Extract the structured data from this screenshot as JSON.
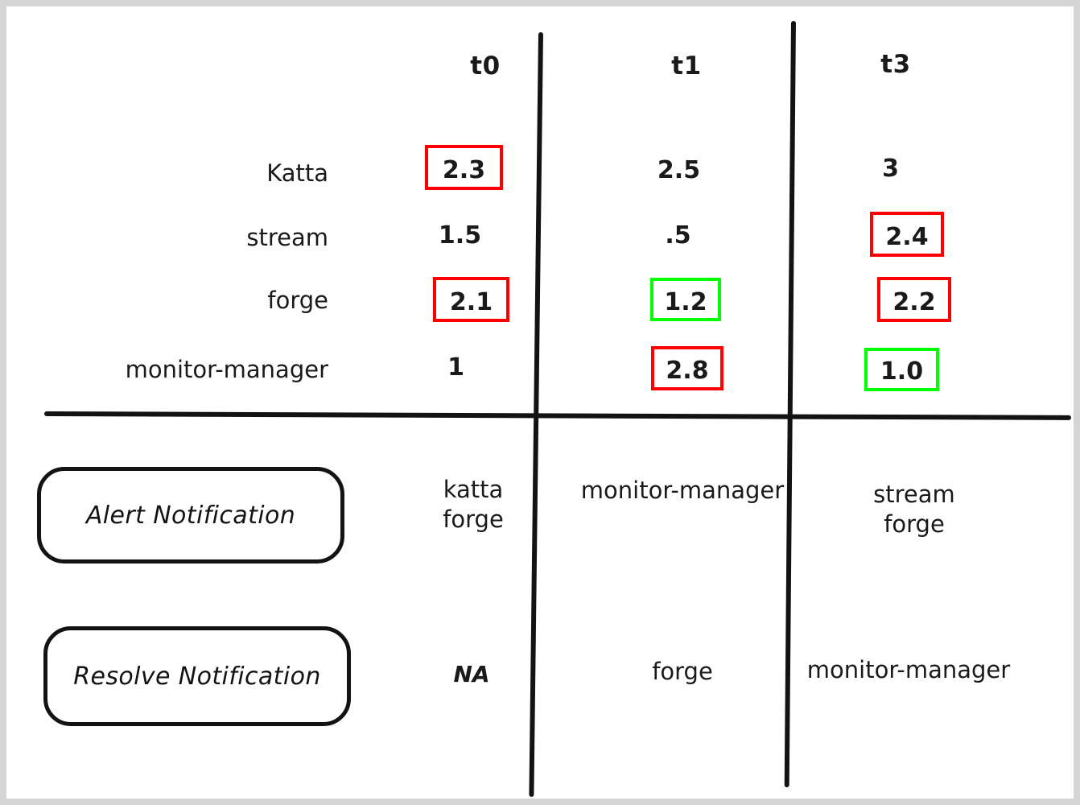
{
  "canvas": {
    "background_color": "#d4d4d4",
    "board_color": "#ffffff",
    "ink_color": "#131313",
    "highlight_red": "#ff0000",
    "highlight_green": "#00ff00"
  },
  "chart_data": {
    "type": "table",
    "title": "",
    "columns": [
      "t0",
      "t1",
      "t3"
    ],
    "metric_rows": [
      {
        "label": "Katta",
        "cells": [
          {
            "value": "2.3",
            "highlight": "red"
          },
          {
            "value": "2.5",
            "highlight": "none"
          },
          {
            "value": "3",
            "highlight": "none"
          }
        ]
      },
      {
        "label": "stream",
        "cells": [
          {
            "value": "1.5",
            "highlight": "none"
          },
          {
            "value": ".5",
            "highlight": "none"
          },
          {
            "value": "2.4",
            "highlight": "red"
          }
        ]
      },
      {
        "label": "forge",
        "cells": [
          {
            "value": "2.1",
            "highlight": "red"
          },
          {
            "value": "1.2",
            "highlight": "green"
          },
          {
            "value": "2.2",
            "highlight": "red"
          }
        ]
      },
      {
        "label": "monitor-manager",
        "cells": [
          {
            "value": "1",
            "highlight": "none"
          },
          {
            "value": "2.8",
            "highlight": "red"
          },
          {
            "value": "1.0",
            "highlight": "green"
          }
        ]
      }
    ],
    "notification_rows": [
      {
        "label": "Alert Notification",
        "cells": [
          "katta\nforge",
          "monitor-manager",
          "stream\nforge"
        ]
      },
      {
        "label": "Resolve Notification",
        "cells": [
          "NA",
          "forge",
          "monitor-manager"
        ]
      }
    ]
  },
  "headers": {
    "t0": "t0",
    "t1": "t1",
    "t3": "t3"
  },
  "rows": {
    "katta": {
      "label": "Katta",
      "t0": "2.3",
      "t1": "2.5",
      "t3": "3"
    },
    "stream": {
      "label": "stream",
      "t0": "1.5",
      "t1": ".5",
      "t3": "2.4"
    },
    "forge": {
      "label": "forge",
      "t0": "2.1",
      "t1": "1.2",
      "t3": "2.2"
    },
    "monitor_manager": {
      "label": "monitor-manager",
      "t0": "1",
      "t1": "2.8",
      "t3": "1.0"
    }
  },
  "alert": {
    "label": "Alert Notification",
    "t0": "katta\nforge",
    "t1": "monitor-manager",
    "t3": "stream\nforge"
  },
  "resolve": {
    "label": "Resolve Notification",
    "t0": "NA",
    "t1": "forge",
    "t3": "monitor-manager"
  }
}
